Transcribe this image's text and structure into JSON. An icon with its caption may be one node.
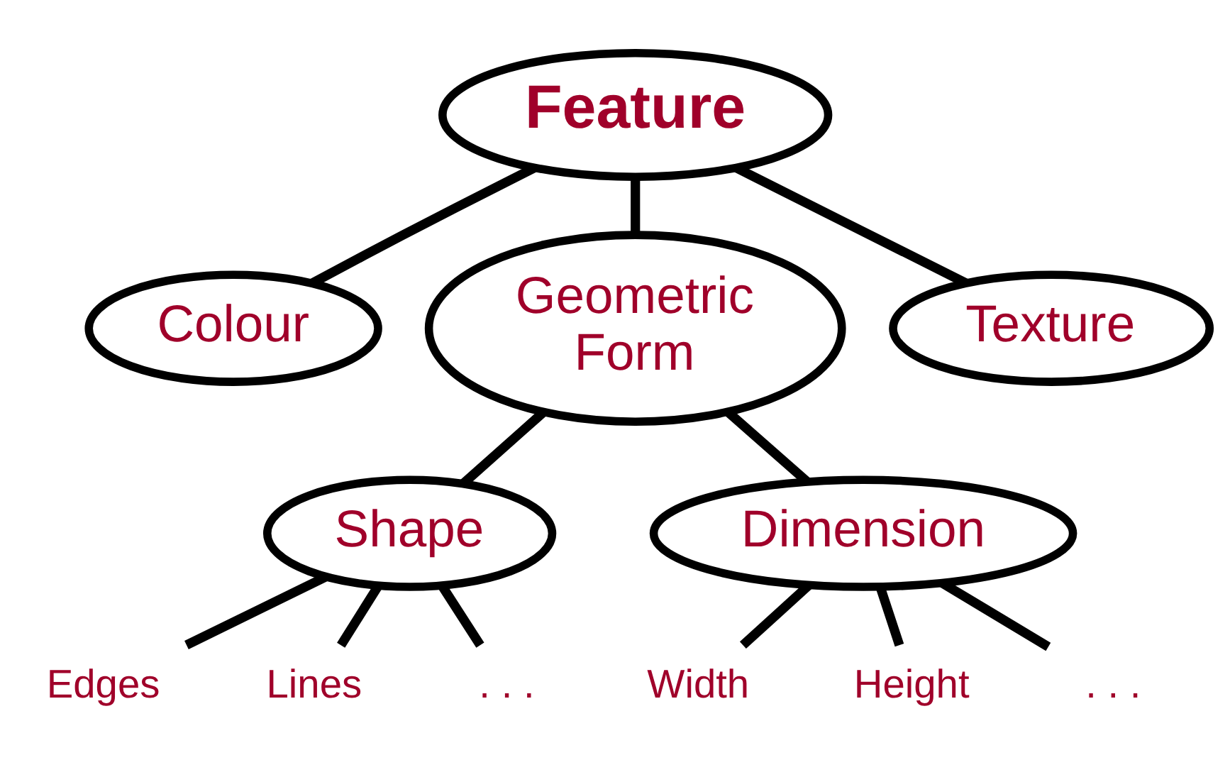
{
  "diagram": {
    "nodes": [
      {
        "text": [
          "Feature"
        ]
      },
      {
        "text": [
          "Colour"
        ]
      },
      {
        "text": [
          "Geometric Form"
        ]
      },
      {
        "text": [
          "Texture"
        ]
      },
      {
        "text": [
          "Shape"
        ]
      },
      {
        "text": [
          "Dimension"
        ]
      },
      {
        "text": [
          "Edges"
        ]
      },
      {
        "text": [
          "Lines"
        ]
      },
      {
        "text": [
          ". . ."
        ]
      },
      {
        "text": [
          "Width"
        ]
      },
      {
        "text": [
          "Height"
        ]
      },
      {
        "text": [
          ". . ."
        ]
      }
    ],
    "edges": [
      {
        "from": 0,
        "to": 1,
        "arrow": "none"
      },
      {
        "from": 0,
        "to": 2,
        "arrow": "none"
      },
      {
        "from": 0,
        "to": 3,
        "arrow": "none"
      },
      {
        "from": 2,
        "to": 4,
        "arrow": "none"
      },
      {
        "from": 2,
        "to": 5,
        "arrow": "none"
      },
      {
        "from": 4,
        "to": 6,
        "arrow": "none"
      },
      {
        "from": 4,
        "to": 7,
        "arrow": "none"
      },
      {
        "from": 4,
        "to": 8,
        "arrow": "none"
      },
      {
        "from": 5,
        "to": 9,
        "arrow": "none"
      },
      {
        "from": 5,
        "to": 10,
        "arrow": "none"
      },
      {
        "from": 5,
        "to": 11,
        "arrow": "none"
      }
    ]
  }
}
